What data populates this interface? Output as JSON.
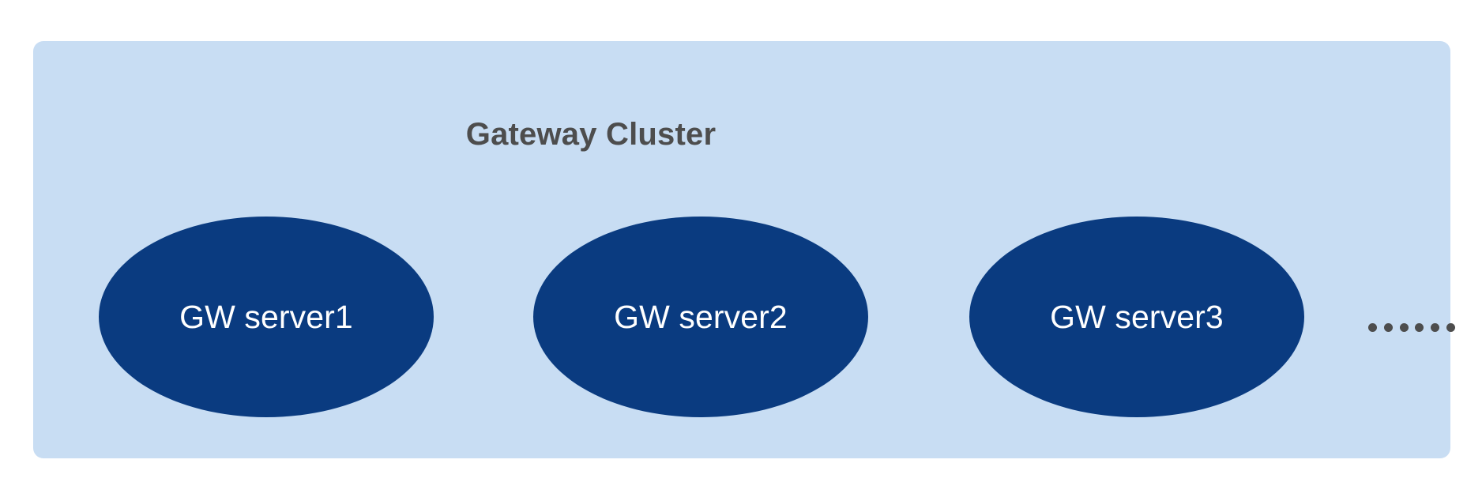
{
  "diagram": {
    "title": "Gateway Cluster",
    "background_color": "#ffffff",
    "container": {
      "name": "gateway-cluster-container",
      "fill_color": "#c8ddf3",
      "corner_radius": "13px"
    },
    "nodes": [
      {
        "id": "gw-server-1",
        "label": "GW server1",
        "shape": "ellipse",
        "fill_color": "#0a3b80",
        "text_color": "#ffffff"
      },
      {
        "id": "gw-server-2",
        "label": "GW server2",
        "shape": "ellipse",
        "fill_color": "#0a3b80",
        "text_color": "#ffffff"
      },
      {
        "id": "gw-server-3",
        "label": "GW server3",
        "shape": "ellipse",
        "fill_color": "#0a3b80",
        "text_color": "#ffffff"
      }
    ],
    "overflow_indicator": {
      "name": "more-servers-ellipsis",
      "text": "······",
      "dot_count": 6,
      "color": "#4d4d4d"
    },
    "title_color": "#4d4d4d"
  }
}
